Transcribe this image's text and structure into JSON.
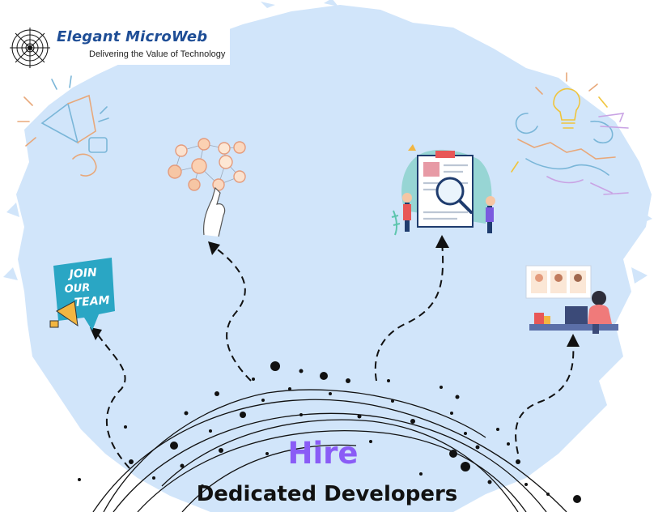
{
  "brand": {
    "name": "Elegant MicroWeb",
    "tagline": "Delivering the Value of Technology"
  },
  "join_badge": {
    "line1": "JOIN",
    "line2": "OUR",
    "line3": "TEAM"
  },
  "headline": {
    "hire": "Hire",
    "subtitle": "Dedicated Developers"
  },
  "colors": {
    "background_blob": "#d1e5fa",
    "hire_text": "#8a5cf6",
    "subtitle_text": "#111111",
    "brand_blue": "#1f4e96",
    "badge_cyan": "#2aa6c4"
  },
  "icons": [
    "spider-web-logo-icon",
    "megaphone-doodle-icon",
    "network-hand-icon",
    "resume-search-icon",
    "join-our-team-badge-icon",
    "lightbulb-handshake-doodle-icon",
    "developer-at-desk-icon"
  ]
}
